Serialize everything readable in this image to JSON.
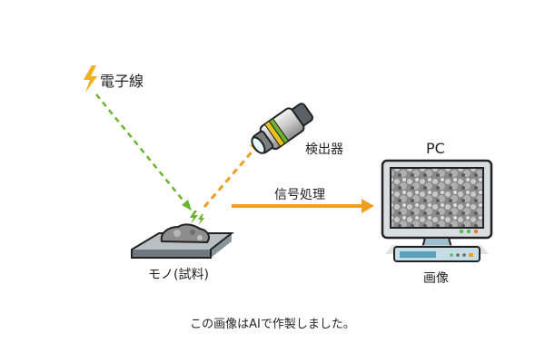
{
  "labels": {
    "electron_beam": "電子線",
    "detector": "検出器",
    "signal_processing": "信号処理",
    "pc": "PC",
    "sample": "モノ(試料)",
    "image": "画像"
  },
  "footer": "この画像はAIで作製しました。",
  "icons": {
    "electron_source": "lightning-bolt-icon",
    "detector": "detector-cylinder-icon",
    "sample": "rock-sample-icon",
    "pc": "desktop-computer-icon"
  },
  "colors": {
    "electron_beam": "#6bb52e",
    "secondary_signal": "#f0a020",
    "signal_arrow": "#f0a020",
    "bolt": "#f2b01e",
    "detector_band_yellow": "#e8c020",
    "detector_band_green": "#6bb52e",
    "pc_leds": [
      "#5cb85c",
      "#5cb85c",
      "#e8743b"
    ],
    "base_leds": [
      "#5cb85c",
      "#666666",
      "#666666",
      "#f0a020"
    ]
  }
}
